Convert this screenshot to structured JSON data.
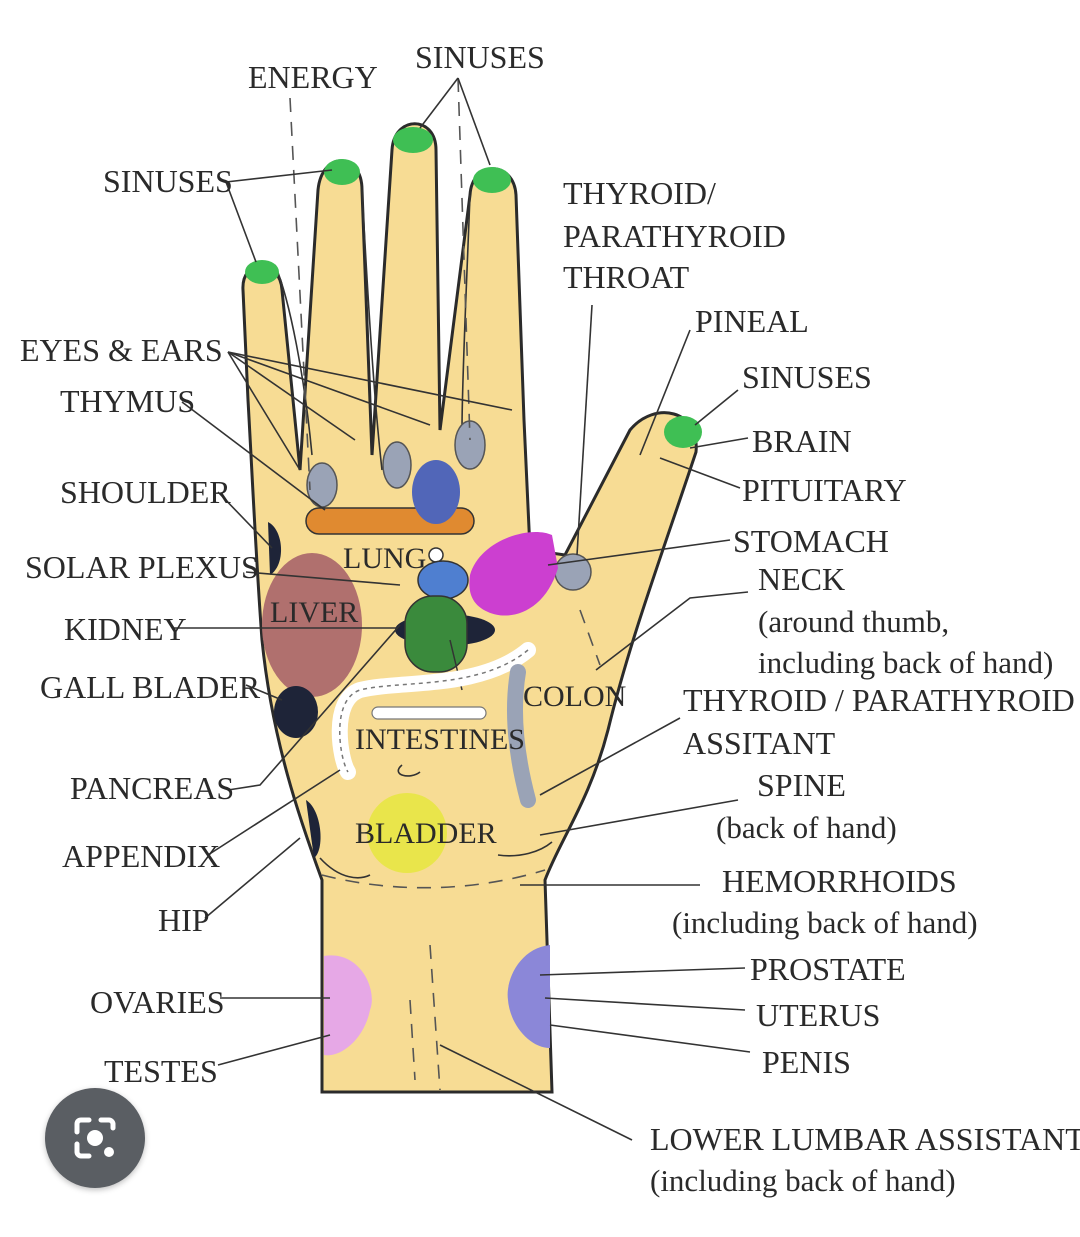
{
  "labels": {
    "energy": "ENERGY",
    "sinuses_top": "SINUSES",
    "sinuses_left": "SINUSES",
    "thyroid_1": "THYROID/",
    "thyroid_2": "PARATHYROID",
    "thyroid_3": "THROAT",
    "pineal": "PINEAL",
    "sinuses_right": "SINUSES",
    "brain": "BRAIN",
    "pituitary": "PITUITARY",
    "stomach": "STOMACH",
    "neck": "NECK",
    "neck_note_1": "(around thumb,",
    "neck_note_2": "including back of hand)",
    "thyroid_assist_1": "THYROID / PARATHYROID",
    "thyroid_assist_2": "ASSITANT",
    "spine": "SPINE",
    "spine_note": "(back of hand)",
    "hemorrhoids": "HEMORRHOIDS",
    "hemorrhoids_note": "(including back of hand)",
    "prostate": "PROSTATE",
    "uterus": "UTERUS",
    "penis": "PENIS",
    "lower_lumbar": "LOWER LUMBAR ASSISTANT",
    "lower_lumbar_note": "(including back of hand)",
    "eyes_ears": "EYES & EARS",
    "thymus": "THYMUS",
    "shoulder": "SHOULDER",
    "solar_plexus": "SOLAR PLEXUS",
    "kidney": "KIDNEY",
    "gall_bladder": "GALL BLADER",
    "pancreas": "PANCREAS",
    "appendix": "APPENDIX",
    "hip": "HIP",
    "ovaries": "OVARIES",
    "testes": "TESTES",
    "lung": "LUNG",
    "liver": "LIVER",
    "colon": "COLON",
    "intestines": "INTESTINES",
    "bladder": "BLADDER"
  },
  "colors": {
    "skin": "#f7dc94",
    "fingertip": "#3fbf54",
    "liver": "#b0706e",
    "lung": "#5166b8",
    "kidney": "#3a8a3c",
    "stomach": "#cc3fd0",
    "bladder": "#e9e54b",
    "ovaries": "#e6a8e6",
    "uterus": "#8b87d8",
    "shoulder_bar": "#e08a30",
    "dark": "#1e2438",
    "gray_spot": "#9aa3b6"
  },
  "ui": {
    "lens_button_icon": "camera-search-icon"
  }
}
